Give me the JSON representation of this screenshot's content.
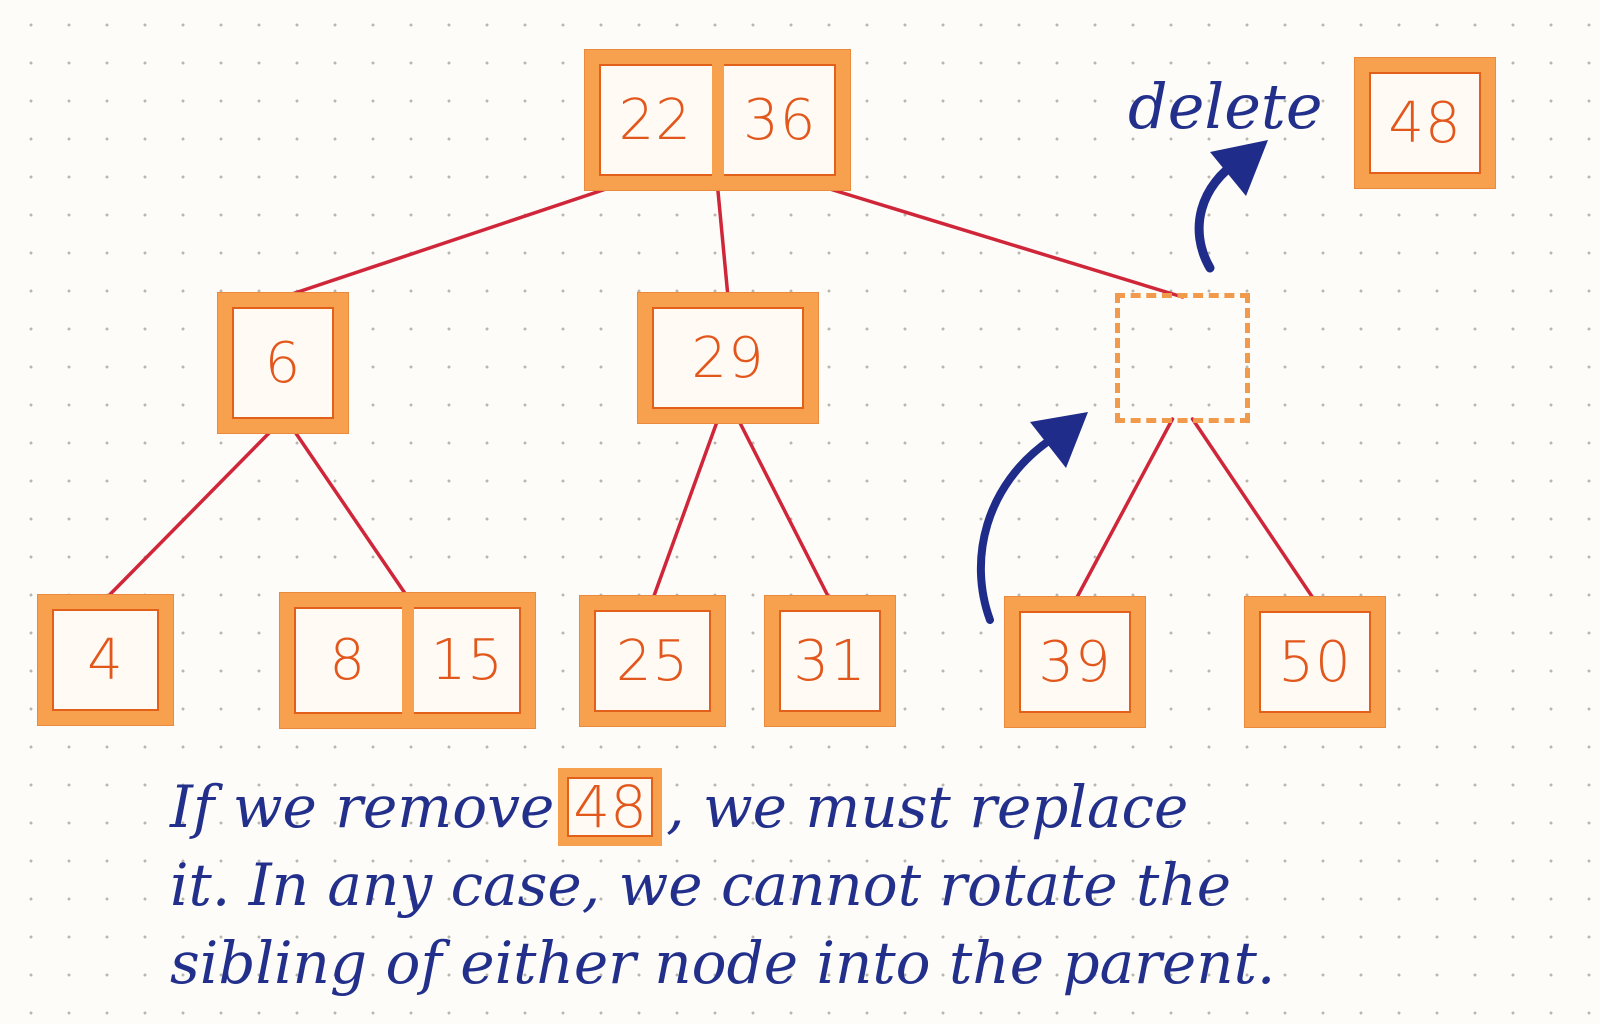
{
  "diagram": {
    "nodes": [
      {
        "id": "root",
        "keys": [
          "22",
          "36"
        ]
      },
      {
        "id": "n6",
        "keys": [
          "6"
        ]
      },
      {
        "id": "n29",
        "keys": [
          "29"
        ]
      },
      {
        "id": "empty",
        "keys": []
      },
      {
        "id": "n4",
        "keys": [
          "4"
        ]
      },
      {
        "id": "n8_15",
        "keys": [
          "8",
          "15"
        ]
      },
      {
        "id": "n25",
        "keys": [
          "25"
        ]
      },
      {
        "id": "n31",
        "keys": [
          "31"
        ]
      },
      {
        "id": "n39",
        "keys": [
          "39"
        ]
      },
      {
        "id": "n50",
        "keys": [
          "50"
        ]
      }
    ],
    "edges": [
      [
        "root",
        "n6"
      ],
      [
        "root",
        "n29"
      ],
      [
        "root",
        "empty"
      ],
      [
        "n6",
        "n4"
      ],
      [
        "n6",
        "n8_15"
      ],
      [
        "n29",
        "n25"
      ],
      [
        "n29",
        "n31"
      ],
      [
        "empty",
        "n39"
      ],
      [
        "empty",
        "n50"
      ]
    ],
    "deleted": {
      "label": "delete",
      "key": "48"
    },
    "caption": {
      "line1_pre": "If we remove",
      "line1_key": "48",
      "line1_post": ", we must replace",
      "line2": "it. In any case, we cannot rotate the",
      "line3": "sibling of either node into the parent."
    },
    "colors": {
      "node_fill": "#f7a04e",
      "node_text": "#e2571c",
      "edge": "#d0263a",
      "ink": "#22308c"
    }
  }
}
